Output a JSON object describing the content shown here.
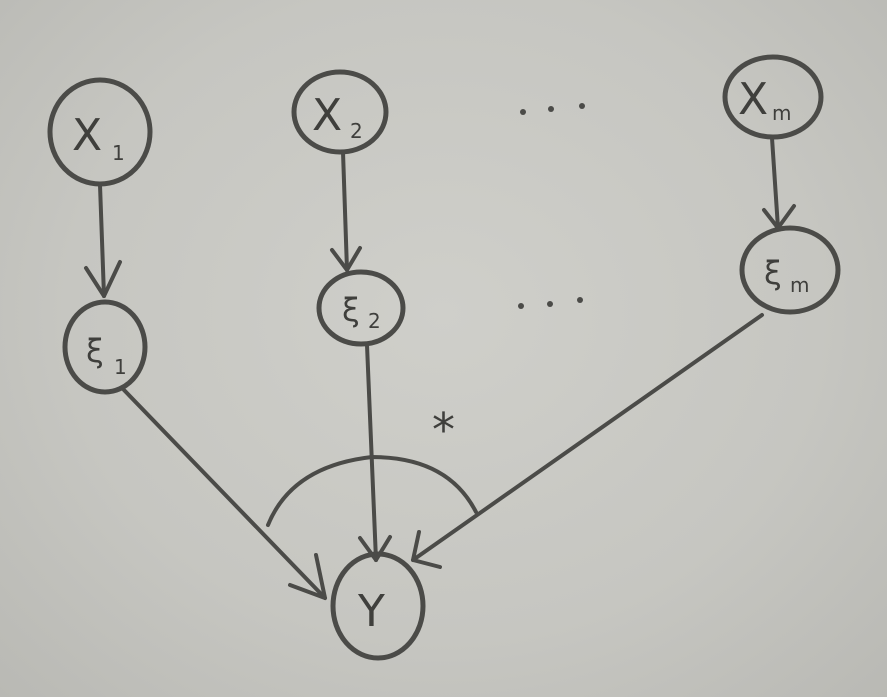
{
  "diagram": {
    "nodes": {
      "x1": {
        "main": "X",
        "sub": "1"
      },
      "x2": {
        "main": "X",
        "sub": "2"
      },
      "xm": {
        "main": "X",
        "sub": "m"
      },
      "e1": {
        "main": "ξ",
        "sub": "1"
      },
      "e2": {
        "main": "ξ",
        "sub": "2"
      },
      "em": {
        "main": "ξ",
        "sub": "m"
      },
      "y": {
        "main": "Y",
        "sub": ""
      }
    },
    "ellipsis_top": "· · ·",
    "ellipsis_mid": "· · ·",
    "combine_symbol": "*"
  }
}
